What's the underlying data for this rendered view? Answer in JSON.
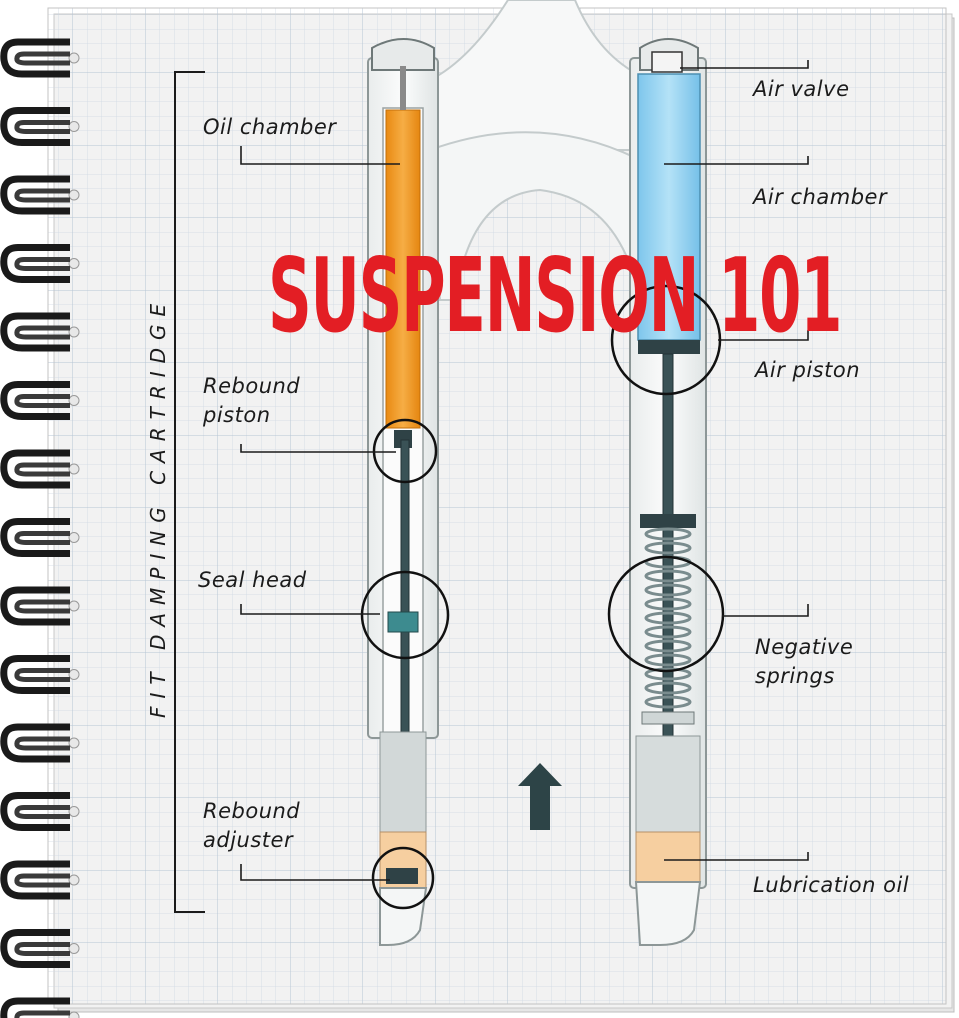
{
  "title": "SUSPENSION 101",
  "side_label": "FIT DAMPING CARTRIDGE",
  "callouts": {
    "oil_chamber": "Oil chamber",
    "rebound_piston_1": "Rebound",
    "rebound_piston_2": "piston",
    "seal_head": "Seal head",
    "rebound_adjuster_1": "Rebound",
    "rebound_adjuster_2": "adjuster",
    "air_valve": "Air valve",
    "air_chamber": "Air chamber",
    "air_piston": "Air piston",
    "negative_springs_1": "Negative",
    "negative_springs_2": "springs",
    "lubrication_oil": "Lubrication oil"
  },
  "colors": {
    "title": "#e31e24",
    "oil": "#f39a1e",
    "air": "#8fd0f0",
    "lube": "#f6cfa0",
    "grid": "#c7d3e0",
    "rod": "#344a4e"
  },
  "icons": [
    "notebook-spiral-binding",
    "upward-arrow-icon",
    "detail-circle-icon"
  ]
}
